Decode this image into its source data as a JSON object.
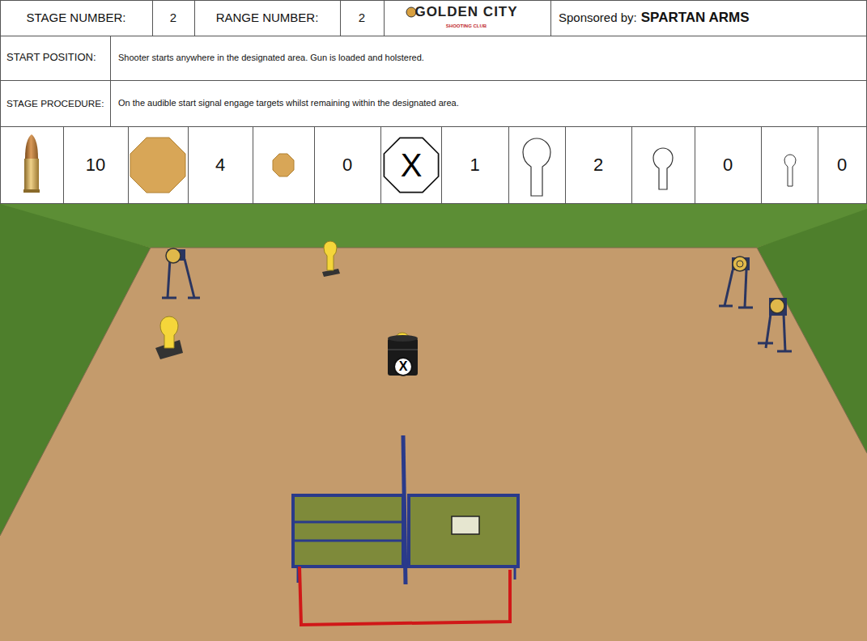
{
  "diagram": {
    "nodes": [
      {
        "text": [
          "X"
        ]
      },
      {
        "text": [
          "X"
        ]
      }
    ],
    "labels": [
      "STAGE NUMBER:",
      "2",
      "RANGE NUMBER:",
      "2",
      "GOLDEN CITY",
      "SHOOTING CLUB",
      "Sponsored by:",
      "SPARTAN ARMS",
      "START POSITION:",
      "Shooter starts anywhere in the designated area. Gun is loaded and holstered.",
      "STAGE PROCEDURE:",
      "On the audible start signal engage targets whilst remaining within the designated area.",
      "10",
      "4",
      "0",
      "1",
      "2",
      "0",
      "0"
    ]
  }
}
